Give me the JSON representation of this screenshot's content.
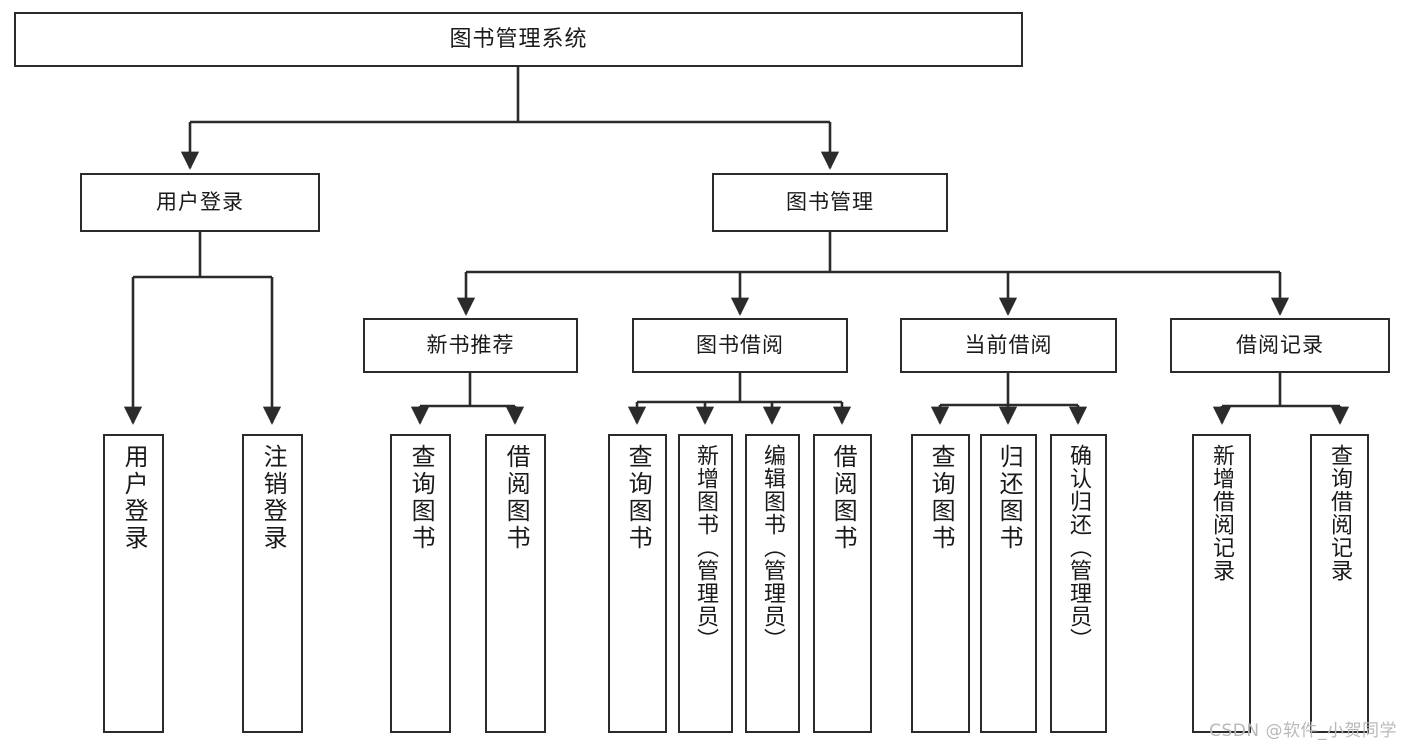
{
  "diagram": {
    "title": "图书管理系统",
    "type": "tree-hierarchy-function-structure",
    "stroke_color": "#2b2b2b",
    "background_color": "#ffffff",
    "text_color": "#1a1a1a"
  },
  "root": {
    "label": "图书管理系统"
  },
  "level2": [
    {
      "label": "用户登录"
    },
    {
      "label": "图书管理"
    }
  ],
  "level3": [
    {
      "label": "新书推荐"
    },
    {
      "label": "图书借阅"
    },
    {
      "label": "当前借阅"
    },
    {
      "label": "借阅记录"
    }
  ],
  "leaves": {
    "user_login": [
      {
        "label": "用户登录"
      },
      {
        "label": "注销登录"
      }
    ],
    "new_book_recommend": [
      {
        "label": "查询图书"
      },
      {
        "label": "借阅图书"
      }
    ],
    "book_borrow": [
      {
        "label": "查询图书"
      },
      {
        "label": "新增图书（管理员）"
      },
      {
        "label": "编辑图书（管理员）"
      },
      {
        "label": "借阅图书"
      }
    ],
    "current_borrow": [
      {
        "label": "查询图书"
      },
      {
        "label": "归还图书"
      },
      {
        "label": "确认归还（管理员）"
      }
    ],
    "borrow_record": [
      {
        "label": "新增借阅记录"
      },
      {
        "label": "查询借阅记录"
      }
    ]
  },
  "watermark": {
    "text": "CSDN @软件_小贺同学"
  }
}
